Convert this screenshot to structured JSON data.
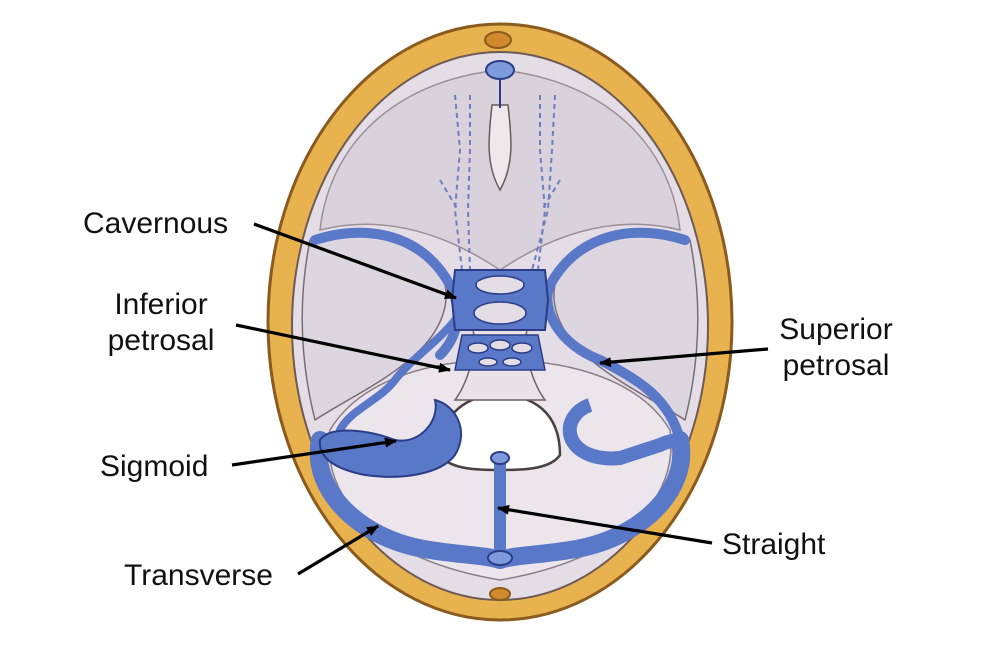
{
  "labels": {
    "cavernous": "Cavernous",
    "inferior_petrosal_line1": "Inferior",
    "inferior_petrosal_line2": "petrosal",
    "superior_petrosal_line1": "Superior",
    "superior_petrosal_line2": "petrosal",
    "sigmoid": "Sigmoid",
    "straight": "Straight",
    "transverse": "Transverse"
  },
  "colors": {
    "skull_bone": "#e8b24f",
    "skull_outline": "#8a5a1e",
    "cranial_floor": "#e4dde6",
    "sinus_blue": "#5a78c8",
    "sinus_outline": "#2b3d86",
    "arrow": "#000000"
  }
}
